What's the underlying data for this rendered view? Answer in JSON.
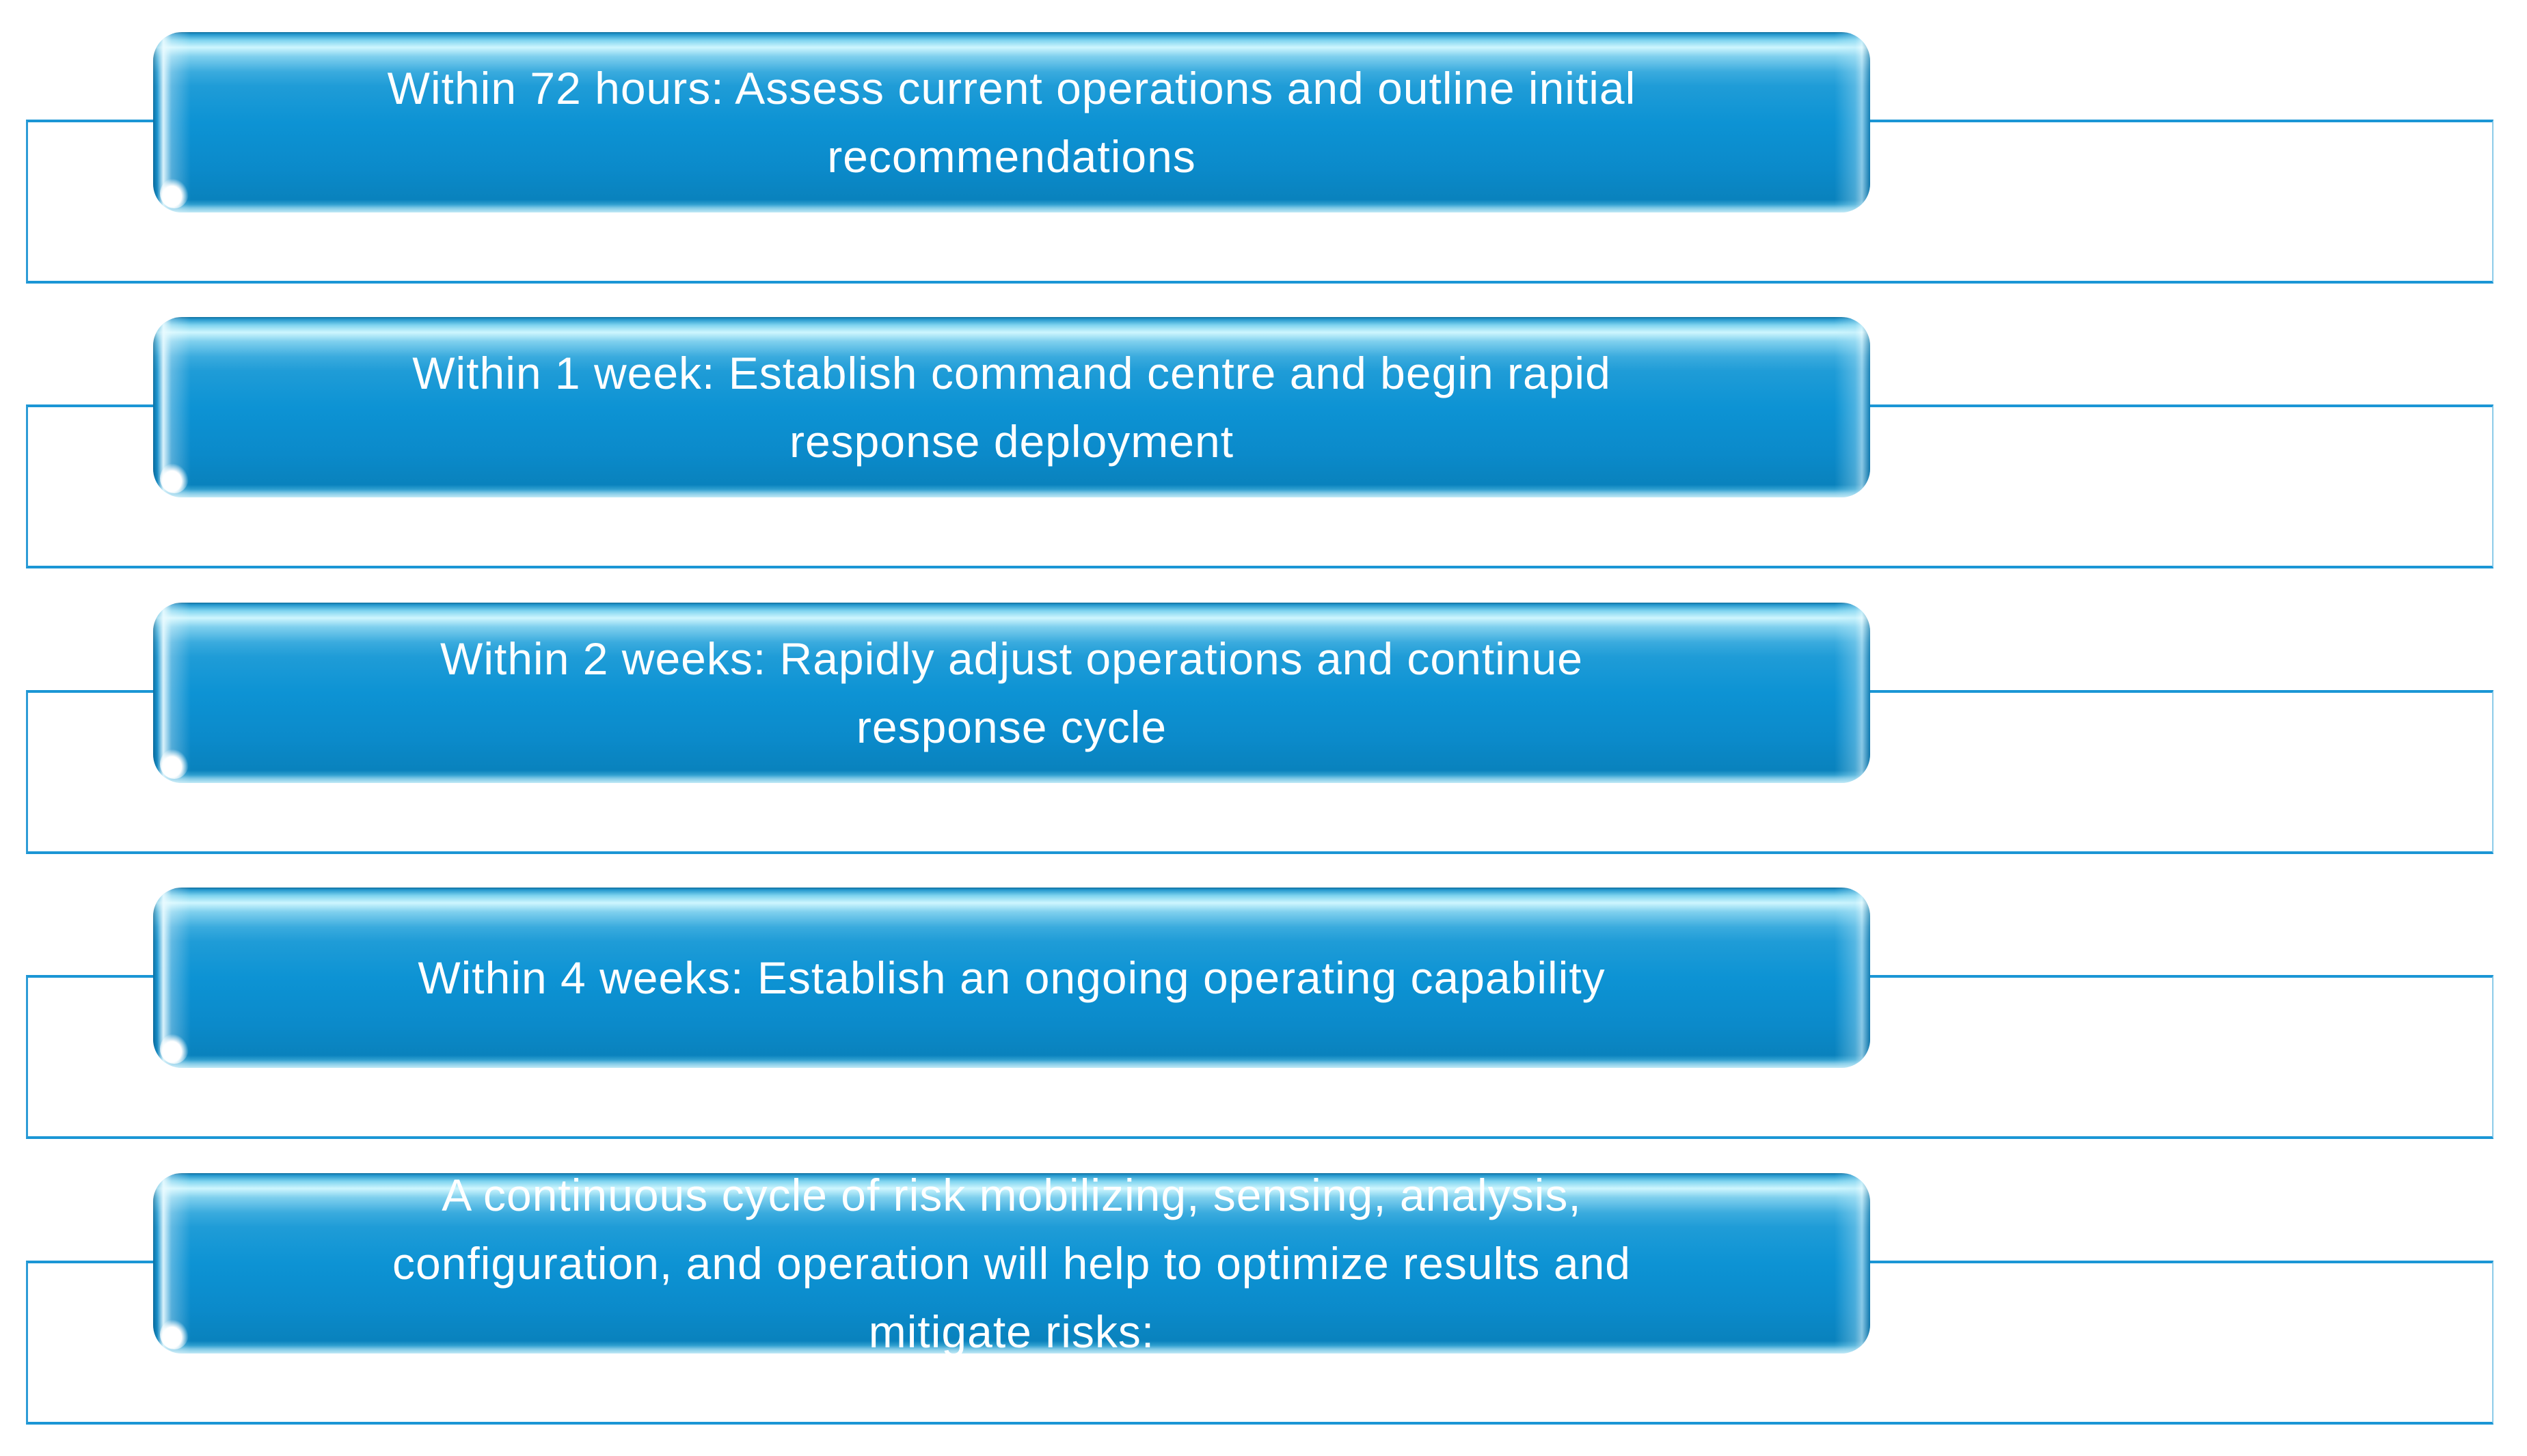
{
  "diagram": {
    "kind": "vertical-banner-list",
    "rows": [
      {
        "text": "Within 72 hours: Assess current operations and outline initial recommendations",
        "lines": [
          "Within 72 hours: Assess current operations and outline initial",
          "recommendations"
        ]
      },
      {
        "text": "Within 1 week: Establish command centre and begin rapid response deployment",
        "lines": [
          "Within 1 week: Establish command centre and begin rapid",
          "response deployment"
        ]
      },
      {
        "text": "Within 2 weeks: Rapidly adjust operations and continue response cycle",
        "lines": [
          "Within 2 weeks: Rapidly adjust operations and continue",
          "response cycle"
        ]
      },
      {
        "text": "Within 4 weeks: Establish an ongoing operating capability",
        "lines": [
          "Within 4 weeks: Establish an ongoing operating capability"
        ]
      },
      {
        "text": "A continuous cycle of risk mobilizing, sensing, analysis, configuration, and operation will help to optimize results and mitigate risks:",
        "lines": [
          "A continuous cycle of risk mobilizing, sensing, analysis,",
          "configuration, and operation will help to optimize results and",
          "mitigate risks:"
        ]
      }
    ],
    "colors": {
      "banner_highlight": "#cef6fe",
      "banner_body": "#0d93d4",
      "banner_bottom": "#0982bd",
      "banner_bottom_rim": "#c2e9f6",
      "connector_border": "#1b96d5",
      "text": "#ffffff",
      "background": "#ffffff"
    }
  }
}
